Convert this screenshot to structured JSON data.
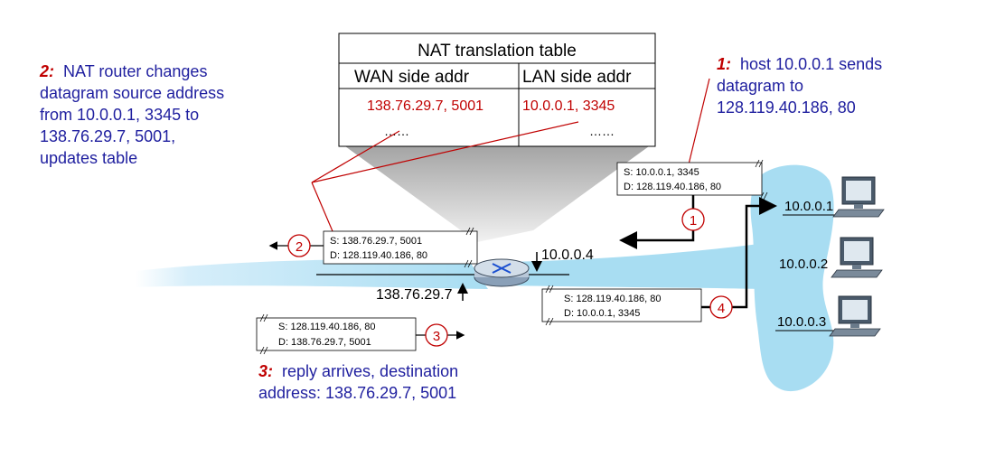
{
  "nat_table": {
    "title": "NAT translation table",
    "wan_header": "WAN side addr",
    "lan_header": "LAN side addr",
    "wan_entry": "138.76.29.7, 5001",
    "lan_entry": "10.0.0.1, 3345",
    "wan_more": "……",
    "lan_more": "……"
  },
  "step2": {
    "num": "2:",
    "lines": [
      "NAT router changes",
      "datagram source address",
      "from 10.0.0.1, 3345 to",
      "138.76.29.7, 5001,",
      "updates table"
    ]
  },
  "step1": {
    "num": "1:",
    "lines": [
      "host 10.0.0.1 sends",
      "datagram to",
      "128.119.40.186, 80"
    ]
  },
  "step3": {
    "num": "3:",
    "lines": [
      "reply arrives, destination",
      "address: 138.76.29.7, 5001"
    ]
  },
  "datagrams": {
    "d1": {
      "src": "S: 10.0.0.1, 3345",
      "dst": "D: 128.119.40.186, 80"
    },
    "d2": {
      "src": "S: 138.76.29.7, 5001",
      "dst": "D: 128.119.40.186, 80"
    },
    "d3": {
      "src": "S: 128.119.40.186, 80",
      "dst": "D: 138.76.29.7, 5001"
    },
    "d4": {
      "src": "S: 128.119.40.186, 80",
      "dst": "D: 10.0.0.1, 3345"
    }
  },
  "circles": [
    "1",
    "2",
    "3",
    "4"
  ],
  "router": {
    "lan_addr": "10.0.0.4",
    "wan_addr": "138.76.29.7"
  },
  "hosts": [
    "10.0.0.1",
    "10.0.0.2",
    "10.0.0.3"
  ],
  "colors": {
    "step_num": "#c00000",
    "step_text": "#1f1f9f",
    "table_entry": "#c00000",
    "link": "#a8ddf2",
    "circle": "#c00000"
  }
}
